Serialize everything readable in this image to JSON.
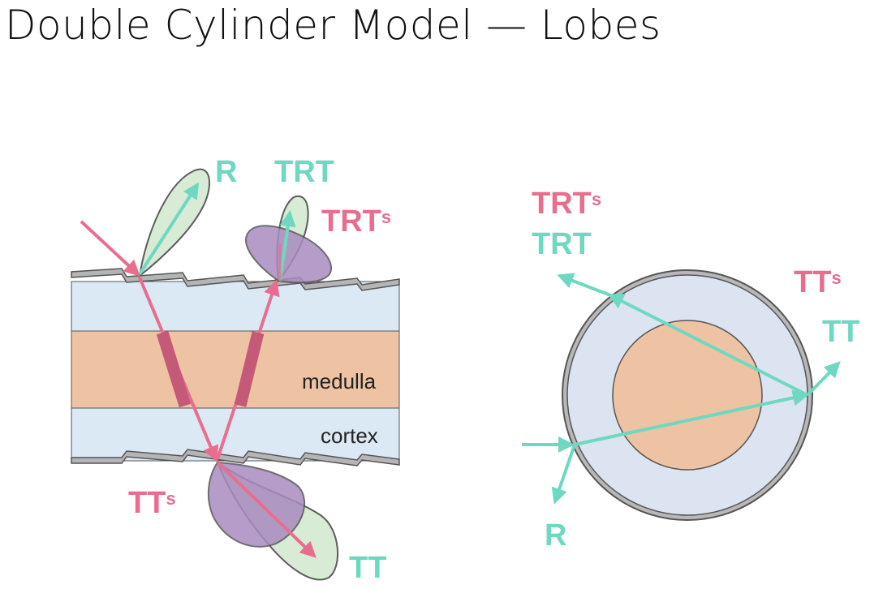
{
  "title": "Double Cylinder Model — Lobes",
  "left_diagram": {
    "layers": {
      "medulla": "medulla",
      "cortex": "cortex"
    },
    "labels": {
      "R": "R",
      "TRT": "TRT",
      "TRT_main": "TRT",
      "TRT_sup": "s",
      "TT_main": "TT",
      "TT_sup": "s",
      "TT": "TT"
    }
  },
  "right_diagram": {
    "labels": {
      "TRTs_main": "TRT",
      "TRTs_sup": "s",
      "TRT": "TRT",
      "TTs_main": "TT",
      "TTs_sup": "s",
      "TT": "TT",
      "R": "R"
    }
  },
  "colors": {
    "cyan": "#6ed8c0",
    "pink": "#e86e8e",
    "dark_pink": "#c45a78",
    "cortex": "#dbe9f5",
    "medulla": "#eec3a3",
    "lobe_green": "#d6ead2",
    "lobe_purple": "#b08fc4",
    "shell": "#b8b8b8"
  }
}
